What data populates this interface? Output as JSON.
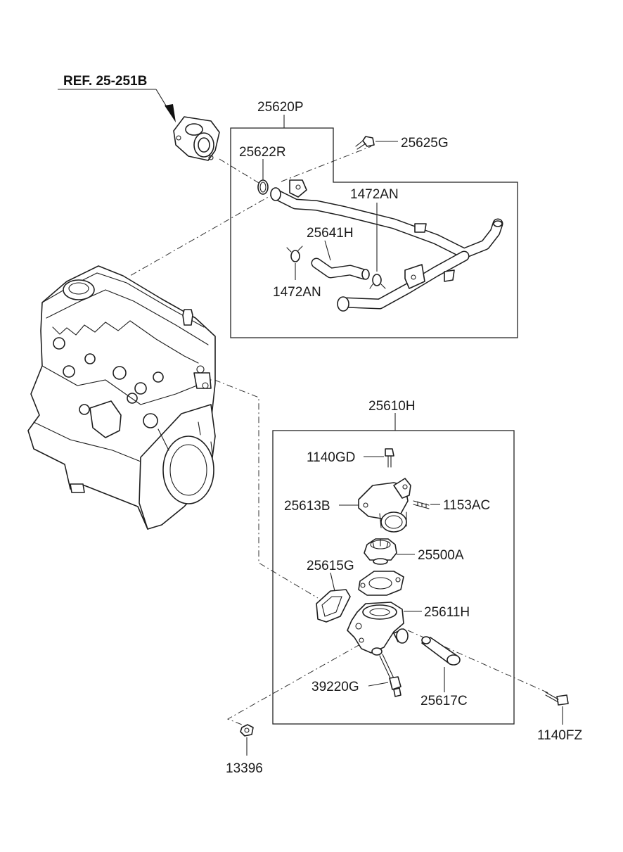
{
  "reference": {
    "label": "REF. 25-251B"
  },
  "callouts": {
    "p25620P": "25620P",
    "p25622R": "25622R",
    "p25625G": "25625G",
    "p25641H": "25641H",
    "p1472AN_a": "1472AN",
    "p1472AN_b": "1472AN",
    "p25610H": "25610H",
    "p1140GD": "1140GD",
    "p25613B": "25613B",
    "p1153AC": "1153AC",
    "p25500A": "25500A",
    "p25615G": "25615G",
    "p25611H": "25611H",
    "p39220G": "39220G",
    "p25617C": "25617C",
    "p1140FZ": "1140FZ",
    "p13396": "13396"
  },
  "icons": [
    "engine-block-icon",
    "water-pipe-icon",
    "hose-icon",
    "clamp-icon",
    "bolt-icon",
    "thermostat-icon",
    "gasket-icon",
    "housing-icon",
    "sensor-icon",
    "nut-icon"
  ],
  "colors": {
    "line": "#1e1e1e",
    "background": "#ffffff"
  }
}
